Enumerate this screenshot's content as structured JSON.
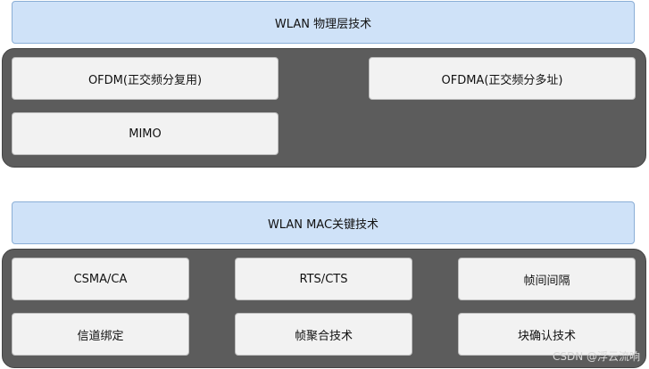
{
  "physical": {
    "header": "WLAN 物理层技术",
    "items": [
      "OFDM(正交频分复用)",
      "OFDMA(正交频分多址)",
      "MIMO"
    ]
  },
  "mac": {
    "header": "WLAN MAC关键技术",
    "items": [
      "CSMA/CA",
      "RTS/CTS",
      "帧间间隔",
      "信道绑定",
      "帧聚合技术",
      "块确认技术"
    ]
  },
  "watermark": "CSDN @浮云流响"
}
